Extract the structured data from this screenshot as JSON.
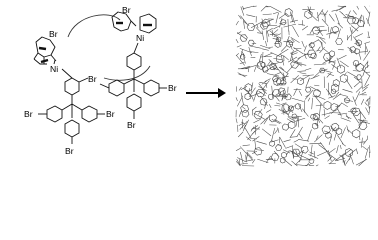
{
  "labels": {
    "bromine": "Br",
    "nickel": "Ni"
  },
  "colors": {
    "ink": "#111111",
    "network": "#4a4a4a"
  },
  "icons": [
    "curved-reaction-arrow",
    "reaction-arrow-icon"
  ]
}
